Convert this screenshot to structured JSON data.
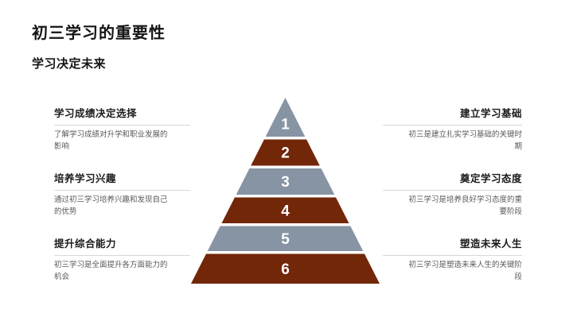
{
  "header": {
    "title": "初三学习的重要性",
    "subtitle": "学习决定未来"
  },
  "left_items": [
    {
      "title": "学习成绩决定选择",
      "desc": "了解学习成绩对升学和职业发展的影响"
    },
    {
      "title": "培养学习兴趣",
      "desc": "通过初三学习培养兴趣和发现自己的优势"
    },
    {
      "title": "提升综合能力",
      "desc": "初三学习是全面提升各方面能力的机会"
    }
  ],
  "right_items": [
    {
      "title": "建立学习基础",
      "desc": "初三是建立扎实学习基础的关键时期"
    },
    {
      "title": "奠定学习态度",
      "desc": "初三学习是培养良好学习态度的重要阶段"
    },
    {
      "title": "塑造未来人生",
      "desc": "初三学习是塑造未来人生的关键阶段"
    }
  ],
  "pyramid": {
    "levels": [
      {
        "number": "1",
        "color": "#8794a3"
      },
      {
        "number": "2",
        "color": "#722708"
      },
      {
        "number": "3",
        "color": "#8794a3"
      },
      {
        "number": "4",
        "color": "#722708"
      },
      {
        "number": "5",
        "color": "#8794a3"
      },
      {
        "number": "6",
        "color": "#722708"
      }
    ],
    "number_color": "#ffffff"
  },
  "colors": {
    "background": "#ffffff",
    "title_text": "#141414",
    "item_title_text": "#1a1a1a",
    "item_desc_text": "#595959",
    "divider": "#d8d8d8",
    "pyramid_gray": "#8794a3",
    "pyramid_red": "#722708"
  }
}
